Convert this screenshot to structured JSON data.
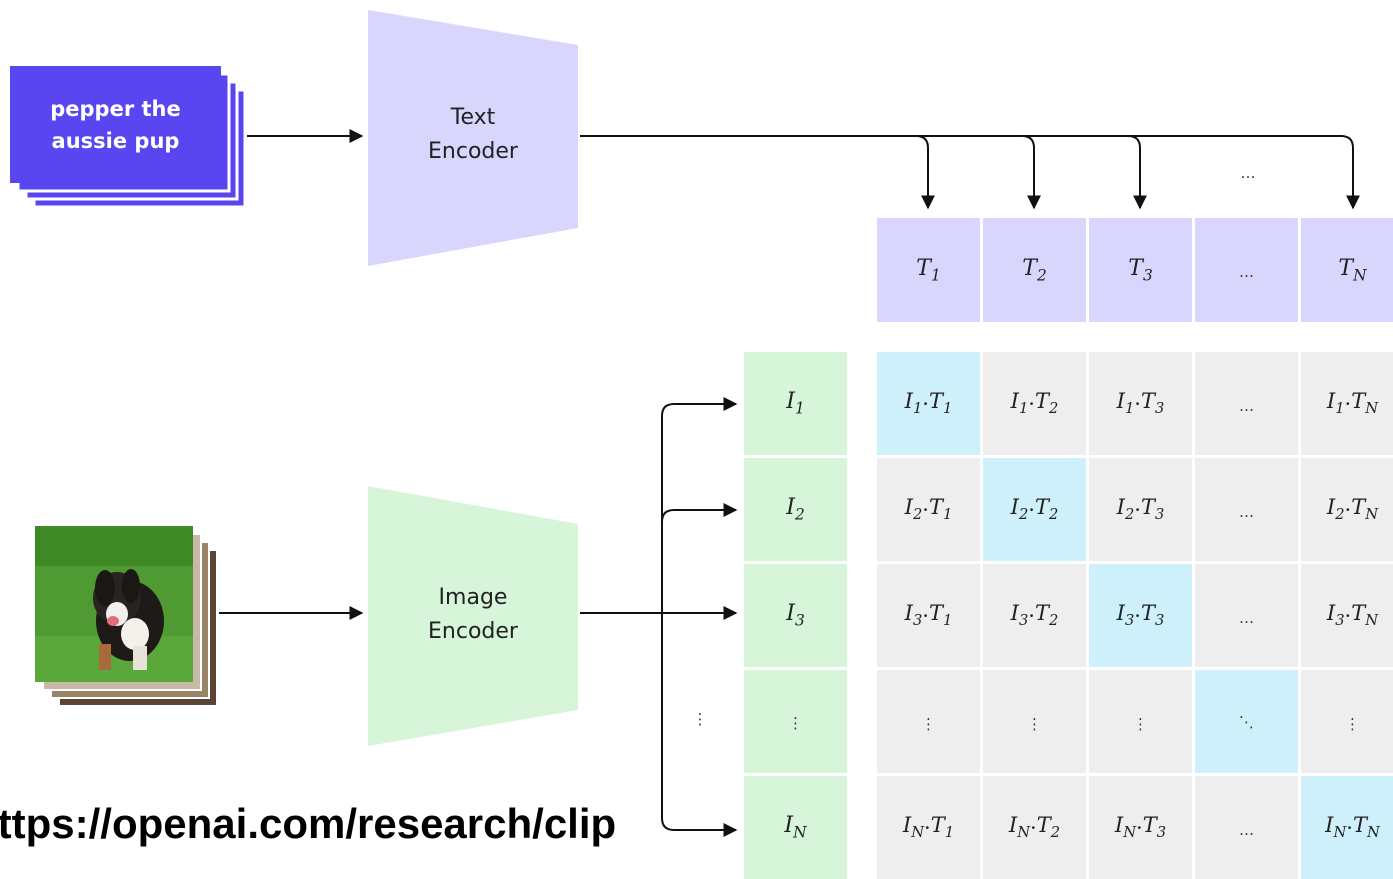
{
  "text_input": {
    "caption": "pepper the\naussie pup"
  },
  "text_encoder": {
    "label": "Text\nEncoder"
  },
  "image_encoder": {
    "label": "Image\nEncoder"
  },
  "text_embeddings": [
    {
      "base": "T",
      "sub": "1"
    },
    {
      "base": "T",
      "sub": "2"
    },
    {
      "base": "T",
      "sub": "3"
    },
    {
      "ellipsis": "…"
    },
    {
      "base": "T",
      "sub": "N"
    }
  ],
  "image_embeddings": [
    {
      "base": "I",
      "sub": "1"
    },
    {
      "base": "I",
      "sub": "2"
    },
    {
      "base": "I",
      "sub": "3"
    },
    {
      "ellipsis": "⋮"
    },
    {
      "base": "I",
      "sub": "N"
    }
  ],
  "arrow_ellipsis": "…",
  "image_arrow_ellipsis": "⋮",
  "matrix_diagonal_ellipsis": "⋱",
  "dot_operator": "·",
  "source_url": "https://openai.com/research/clip",
  "colors": {
    "caption_card": "#5a46f0",
    "text_encoder": "#d9d6fe",
    "image_encoder": "#d6f5d9",
    "matrix_cell": "#eeeeef",
    "matrix_diagonal": "#cdf0fa"
  }
}
